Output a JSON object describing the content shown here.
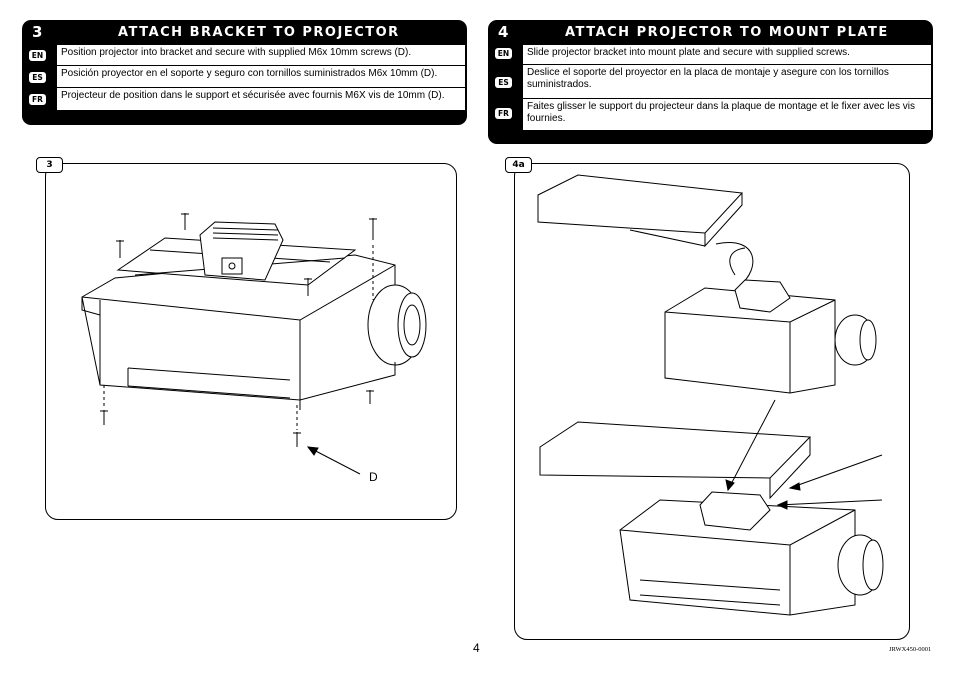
{
  "step3": {
    "number": "3",
    "title": "ATTACH BRACKET TO PROJECTOR",
    "rows": [
      {
        "lang": "EN",
        "text": "Position projector into bracket and secure with supplied M6x 10mm screws (D)."
      },
      {
        "lang": "ES",
        "text": "Posición proyector en el soporte y seguro con tornillos suministrados M6x 10mm (D)."
      },
      {
        "lang": "FR",
        "text": "Projecteur de position dans le support et sécurisée avec fournis M6X vis de 10mm (D)."
      }
    ]
  },
  "step4": {
    "number": "4",
    "title": "ATTACH PROJECTOR TO MOUNT PLATE",
    "rows": [
      {
        "lang": "EN",
        "text": "Slide projector bracket into mount plate and secure with supplied screws."
      },
      {
        "lang": "ES",
        "text": "Deslice el soporte del proyector en la placa de montaje y asegure con los tornillos suministrados."
      },
      {
        "lang": "FR",
        "text": "Faites glisser le support du projecteur dans la plaque de montage et le fixer avec les vis fournies."
      }
    ]
  },
  "panel3": {
    "tab": "3",
    "callout": "D"
  },
  "panel4a": {
    "tab": "4a"
  },
  "footer": {
    "page_number": "4",
    "doc_code": "JRWX450-0001"
  }
}
